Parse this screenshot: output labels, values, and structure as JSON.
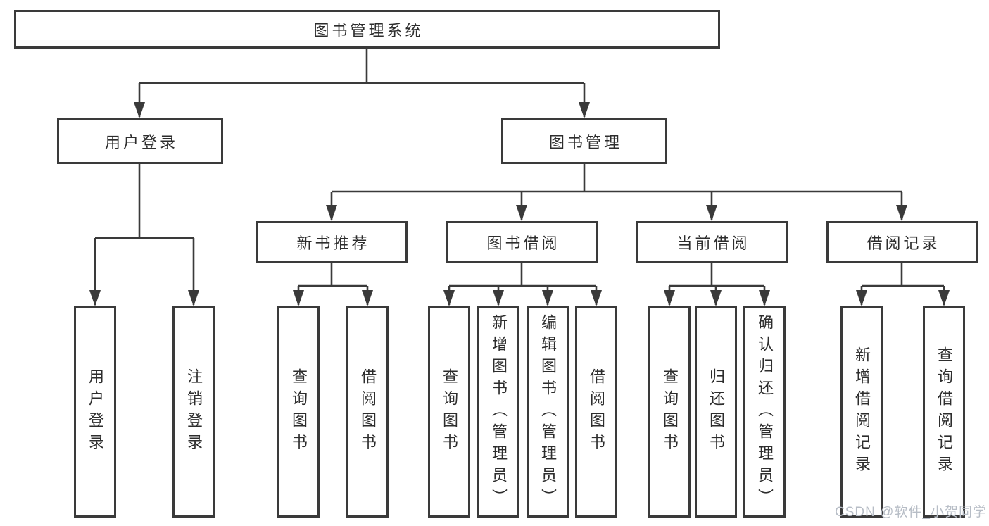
{
  "diagram": {
    "root": {
      "label": "图书管理系统"
    },
    "branches": {
      "user": {
        "label": "用户登录",
        "children": [
          "用户登录",
          "注销登录"
        ]
      },
      "book": {
        "label": "图书管理"
      }
    },
    "modules": [
      {
        "label": "新书推荐",
        "children": [
          "查询图书",
          "借阅图书"
        ]
      },
      {
        "label": "图书借阅",
        "children": [
          "查询图书",
          "新增图书（管理员）",
          "编辑图书（管理员）",
          "借阅图书"
        ]
      },
      {
        "label": "当前借阅",
        "children": [
          "查询图书",
          "归还图书",
          "确认归还（管理员）"
        ]
      },
      {
        "label": "借阅记录",
        "children": [
          "新增借阅记录",
          "查询借阅记录"
        ]
      }
    ],
    "colors": {
      "line": "#3a3a3a",
      "text": "#2d2d2d",
      "box_bg": "#ffffff"
    }
  },
  "watermark": {
    "text": "CSDN @软件_小贺同学",
    "color": "#b7bdc6"
  }
}
